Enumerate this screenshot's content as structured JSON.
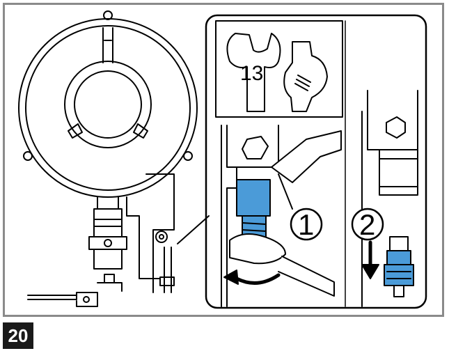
{
  "figure": {
    "step_number": "20",
    "wrench_size_label": "13",
    "callouts": [
      "1",
      "2"
    ]
  },
  "colors": {
    "nozzle_fitting": "#4b9bd8",
    "frame_border": "#8a8a8a",
    "badge_bg": "#1a1a1a"
  },
  "icons": [
    "open-end-wrench-icon",
    "adjustable-wrench-icon",
    "rotate-arrow-icon",
    "down-arrow-icon"
  ]
}
